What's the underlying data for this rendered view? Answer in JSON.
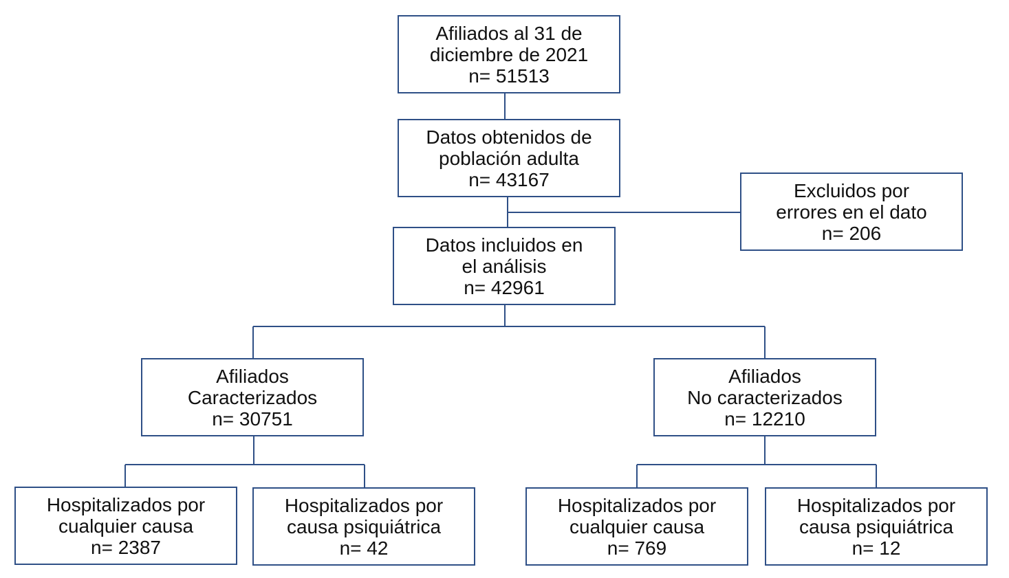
{
  "colors": {
    "border": "#2e4f86",
    "connector": "#2e4f86",
    "text": "#111111",
    "background": "#ffffff"
  },
  "boxes": {
    "root": {
      "line1": "Afiliados al 31 de",
      "line2": "diciembre de 2021",
      "n": "n= 51513"
    },
    "adult": {
      "line1": "Datos obtenidos de",
      "line2": "población adulta",
      "n": "n= 43167"
    },
    "excluded": {
      "line1": "Excluidos por",
      "line2": "errores en el dato",
      "n": "n= 206"
    },
    "included": {
      "line1": "Datos incluidos en",
      "line2": "el análisis",
      "n": "n= 42961"
    },
    "characterized": {
      "line1": "Afiliados",
      "line2": "Caracterizados",
      "n": "n= 30751"
    },
    "not_characterized": {
      "line1": "Afiliados",
      "line2": "No caracterizados",
      "n": "n= 12210"
    },
    "char_any": {
      "line1": "Hospitalizados por",
      "line2": "cualquier causa",
      "n": "n= 2387"
    },
    "char_psych": {
      "line1": "Hospitalizados por",
      "line2": "causa psiquiátrica",
      "n": "n= 42"
    },
    "nochar_any": {
      "line1": "Hospitalizados por",
      "line2": "cualquier causa",
      "n": "n= 769"
    },
    "nochar_psych": {
      "line1": "Hospitalizados por",
      "line2": "causa psiquiátrica",
      "n": "n= 12"
    }
  }
}
